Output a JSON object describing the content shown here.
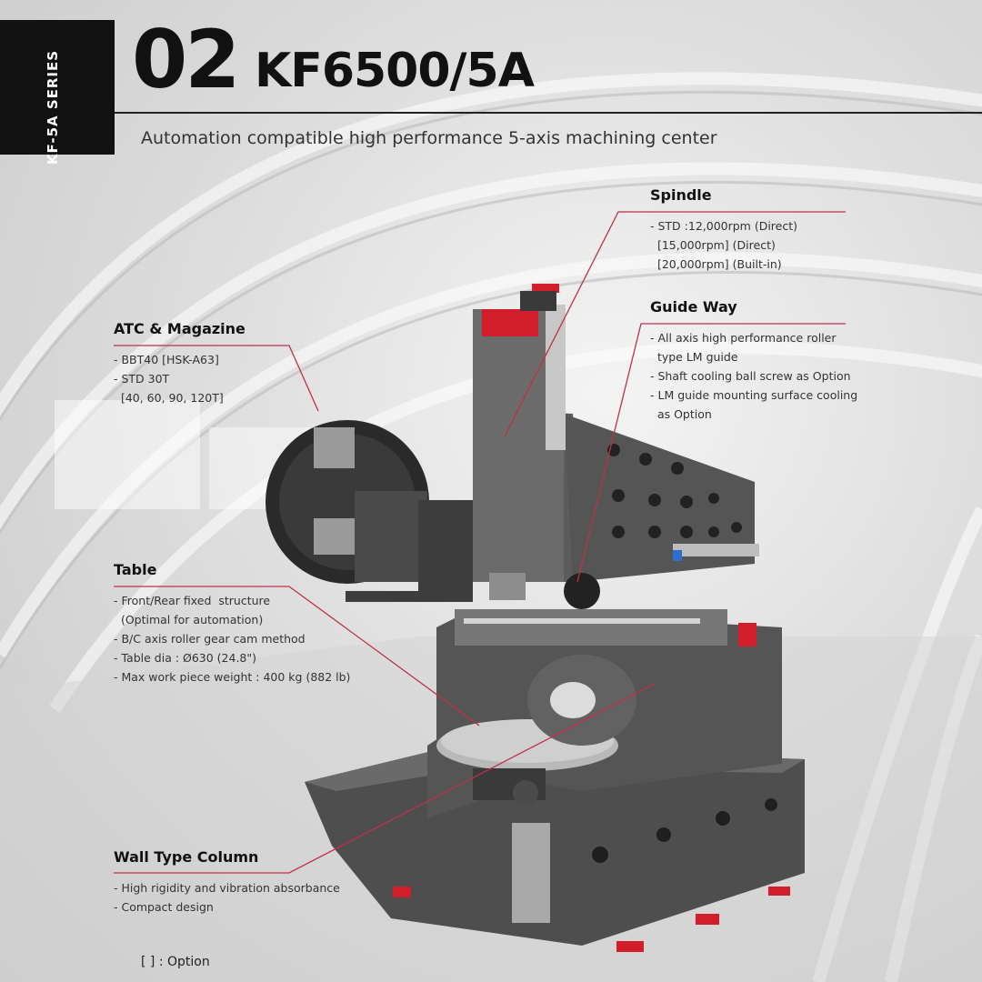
{
  "series_label": "KF-5A SERIES",
  "page_number": "02",
  "model": "KF6500/5A",
  "subtitle": "Automation compatible high performance 5-axis machining center",
  "colors": {
    "accent_red": "#d21e2a",
    "callout_line": "#c0304a",
    "machine_dark": "#4a4a4a"
  },
  "callouts": {
    "spindle": {
      "title": "Spindle",
      "items": [
        "- STD :12,000rpm (Direct)",
        "  [15,000rpm] (Direct)",
        "  [20,000rpm] (Built-in)"
      ]
    },
    "guideway": {
      "title": "Guide Way",
      "items": [
        "- All axis high performance roller",
        "  type LM guide",
        "- Shaft cooling ball screw as Option",
        "- LM guide mounting surface cooling",
        "  as Option"
      ]
    },
    "atc": {
      "title": "ATC & Magazine",
      "items": [
        "- BBT40 [HSK-A63]",
        "- STD 30T",
        "  [40, 60, 90, 120T]"
      ]
    },
    "table": {
      "title": "Table",
      "items": [
        "- Front/Rear fixed  structure",
        "  (Optimal for automation)",
        "- B/C axis roller gear cam method",
        "- Table dia : Ø630 (24.8\")",
        "- Max work piece weight : 400 kg (882 lb)"
      ]
    },
    "column": {
      "title": "Wall Type Column",
      "items": [
        "- High rigidity and vibration absorbance",
        "- Compact design"
      ]
    }
  },
  "footnote": "[      ] : Option"
}
